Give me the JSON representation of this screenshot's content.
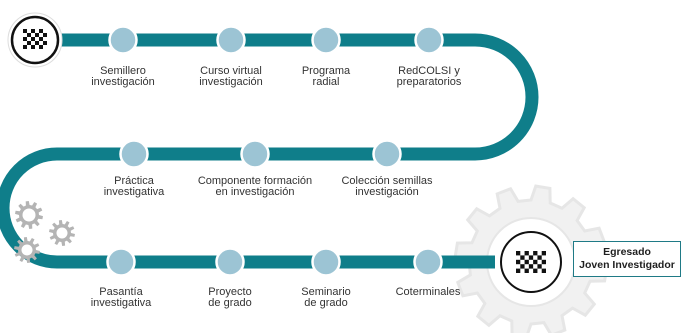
{
  "diagram": {
    "colors": {
      "path": "#0f7e8a",
      "node_fill": "#9cc4d4",
      "node_stroke": "#ffffff",
      "gear_outline": "#e6e6e6",
      "gear_fill": "#f1f1f1",
      "small_gear": "#b4b4b4",
      "terminal_border": "#111111",
      "flag": "#111111"
    },
    "start_icon": "checkered-flag-icon",
    "end_icon": "checkered-flag-icon",
    "stages": [
      {
        "id": "semillero",
        "label": "Semillero\ninvestigación"
      },
      {
        "id": "curso",
        "label": "Curso virtual\ninvestigación"
      },
      {
        "id": "programa",
        "label": "Programa\nradial"
      },
      {
        "id": "redcolsi",
        "label": "RedCOLSI y\npreparatorios"
      },
      {
        "id": "coleccion",
        "label": "Colección semillas\ninvestigación"
      },
      {
        "id": "componente",
        "label": "Componente formación\nen investigación"
      },
      {
        "id": "practica",
        "label": "Práctica\ninvestigativa"
      },
      {
        "id": "pasantia",
        "label": "Pasantía\ninvestigativa"
      },
      {
        "id": "proyecto",
        "label": "Proyecto\nde grado"
      },
      {
        "id": "seminario",
        "label": "Seminario\nde grado"
      },
      {
        "id": "coterminales",
        "label": "Coterminales"
      }
    ],
    "end": {
      "line1": "Egresado",
      "line2": "Joven Investigador"
    }
  }
}
